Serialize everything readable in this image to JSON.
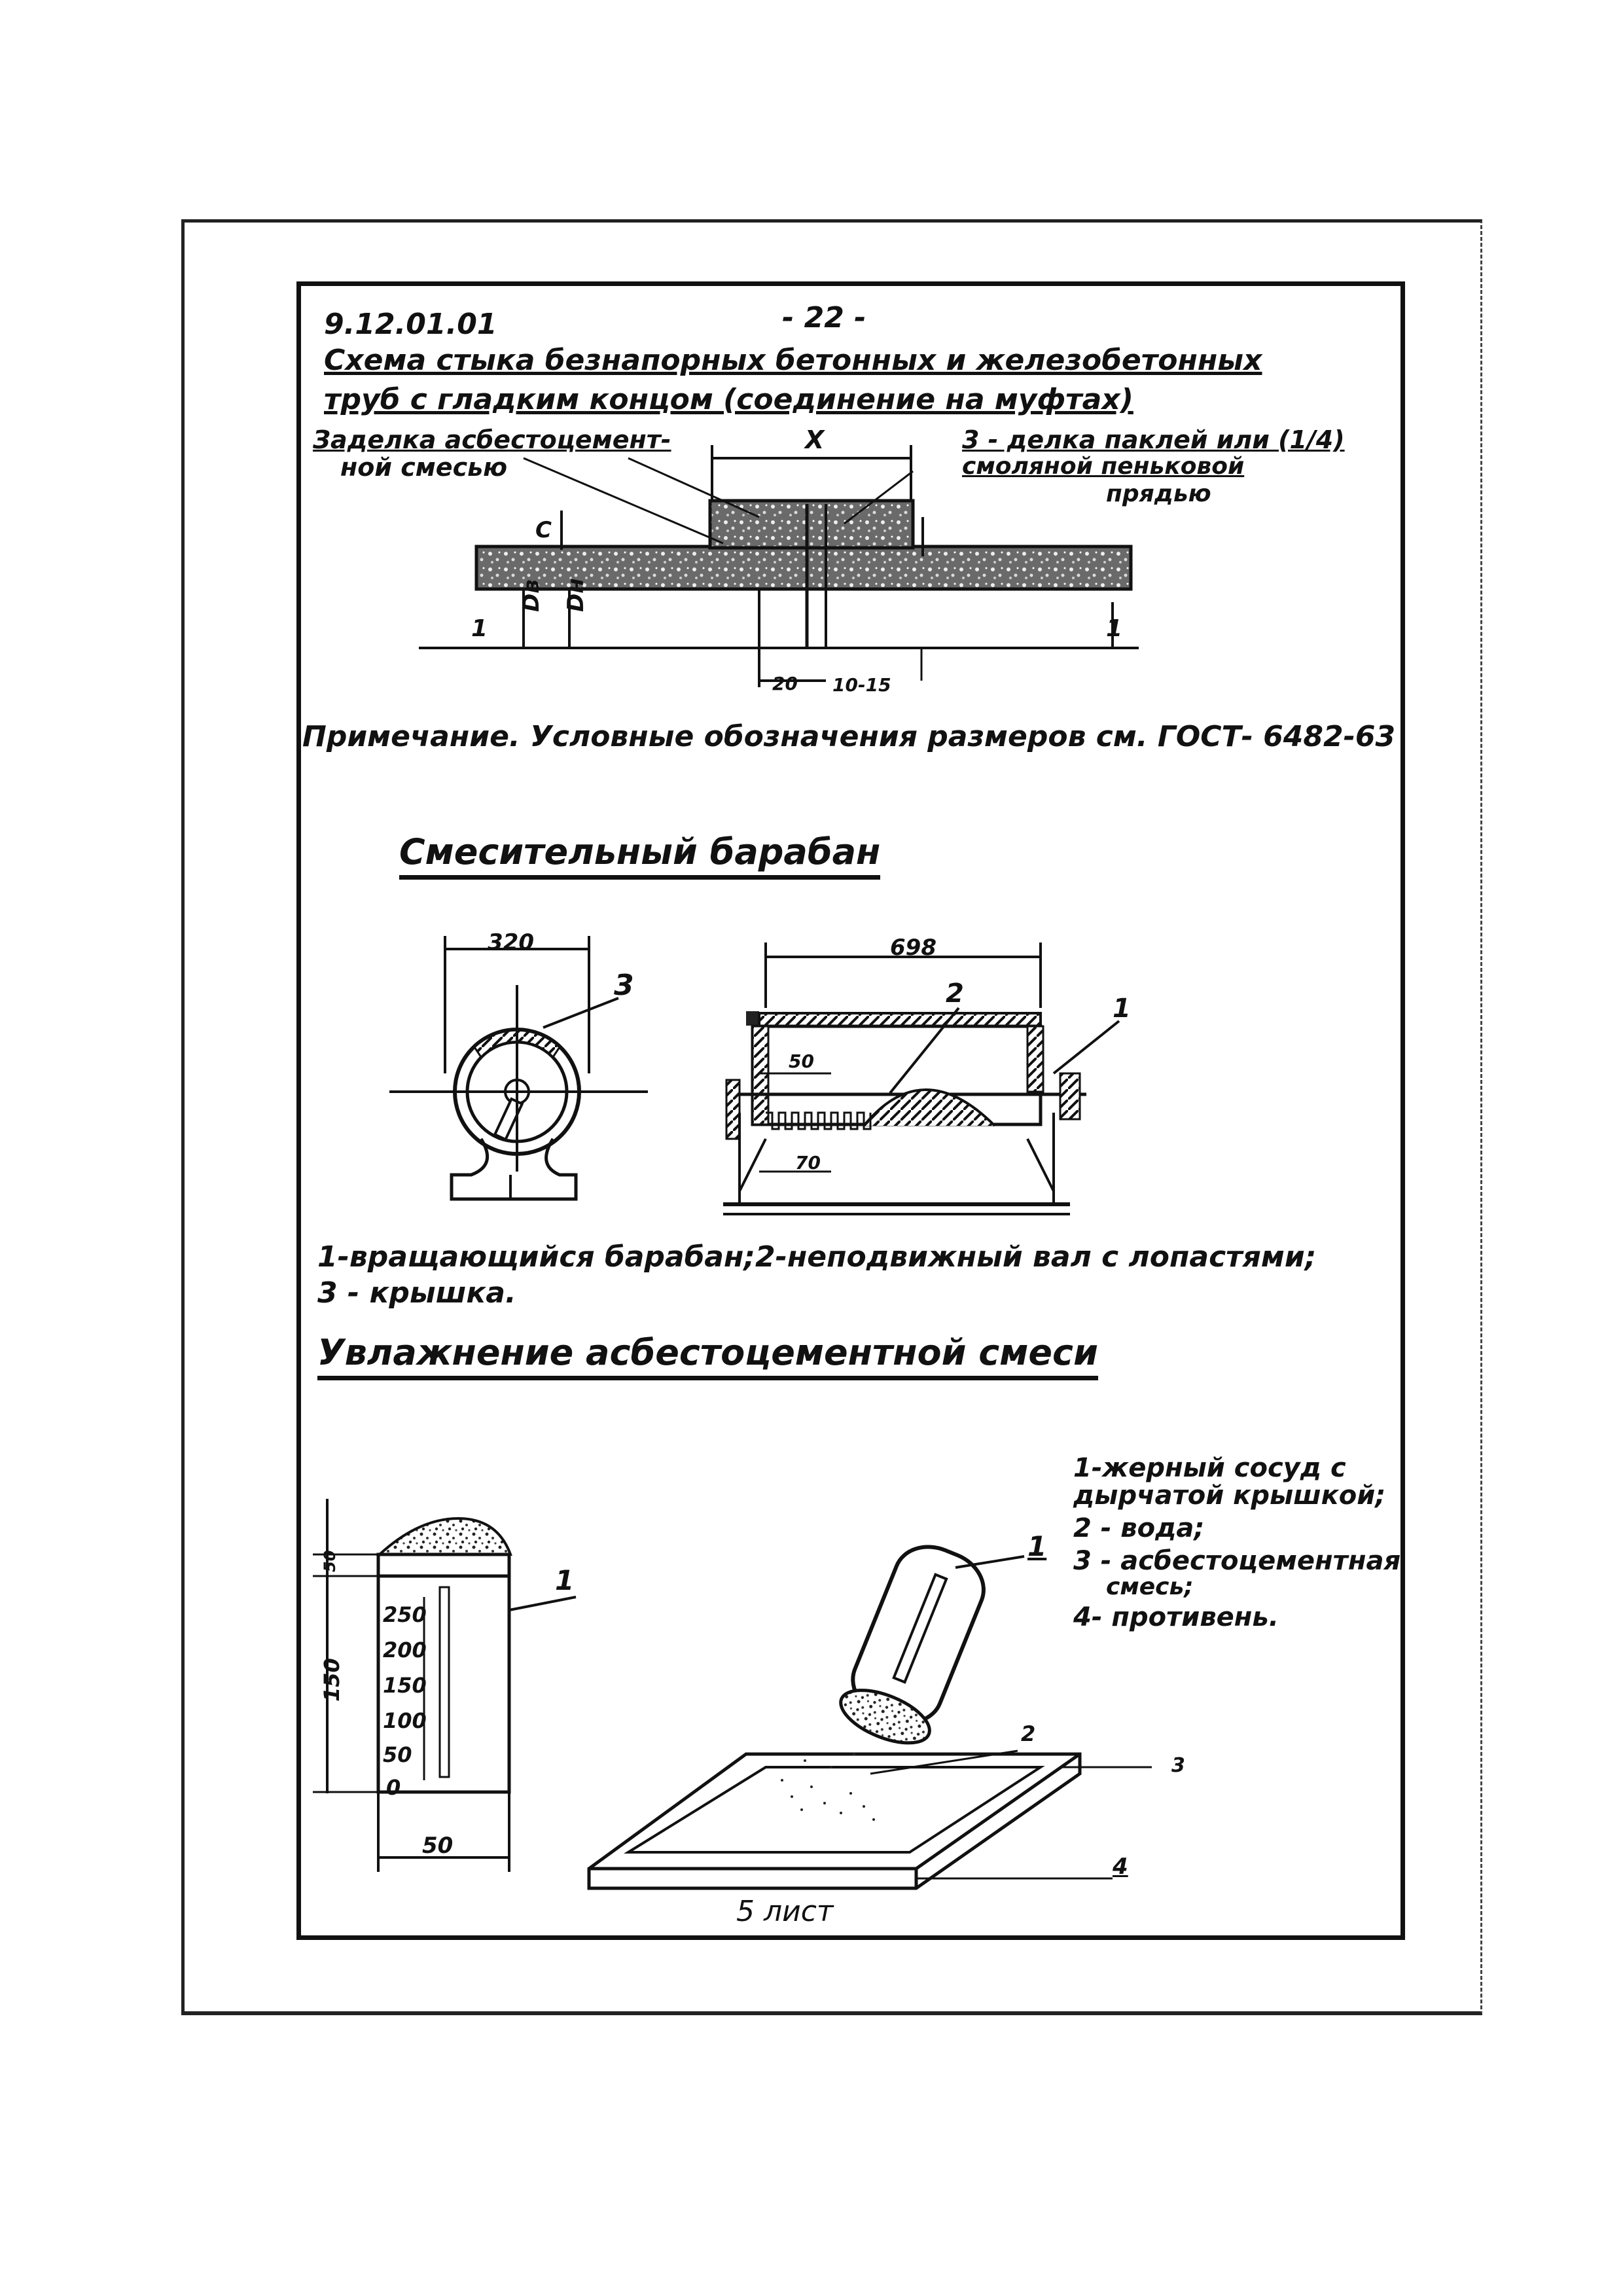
{
  "header": {
    "doc_code": "9.12.01.01",
    "page_number": "- 22 -",
    "title_line1": "Схема стыка безнапорных бетонных и железобетонных",
    "title_line2": "труб с гладким концом (соединение на муфтах)"
  },
  "joint_figure": {
    "label_sealing": "Заделка асбестоцемент-",
    "label_sealing_2": "ной смесью",
    "label_strand": "3 - делка паклей или (1/4)",
    "label_strand_2": "смоляной пеньковой",
    "label_strand_3": "прядью",
    "dim_x": "X",
    "dim_c": "C",
    "dim_dv": "Dв",
    "dim_dn": "Dн",
    "dim_20": "20",
    "dim_10_15": "10-15",
    "axis_mark": "1"
  },
  "note": "Примечание. Условные обозначения размеров см. ГОСТ- 6482-63",
  "mixer": {
    "heading": "Смесительный барабан",
    "dim_320": "320",
    "dim_698": "698",
    "dim_50": "50",
    "dim_70": "70",
    "callout_1": "1",
    "callout_2": "2",
    "callout_3": "3",
    "legend_line1": "1-вращающийся барабан;2-неподвижный вал с лопастями;",
    "legend_line2": "3 - крышка."
  },
  "moistening": {
    "heading": "Увлажнение асбестоцементной смеси",
    "scale_labels": [
      "250",
      "200",
      "150",
      "100",
      "50",
      "0"
    ],
    "dim_150": "150",
    "dim_50": "50",
    "dim_top": "50",
    "callout_1": "1",
    "callout_1b": "1",
    "callout_2": "2",
    "callout_3": "3",
    "callout_4": "4",
    "legend": [
      "1-жерный сосуд с",
      "дырчатой крышкой;",
      "2 - вода;",
      "3 - асбестоцементная",
      "смесь;",
      "4- противень."
    ]
  },
  "footer": "5 лист"
}
